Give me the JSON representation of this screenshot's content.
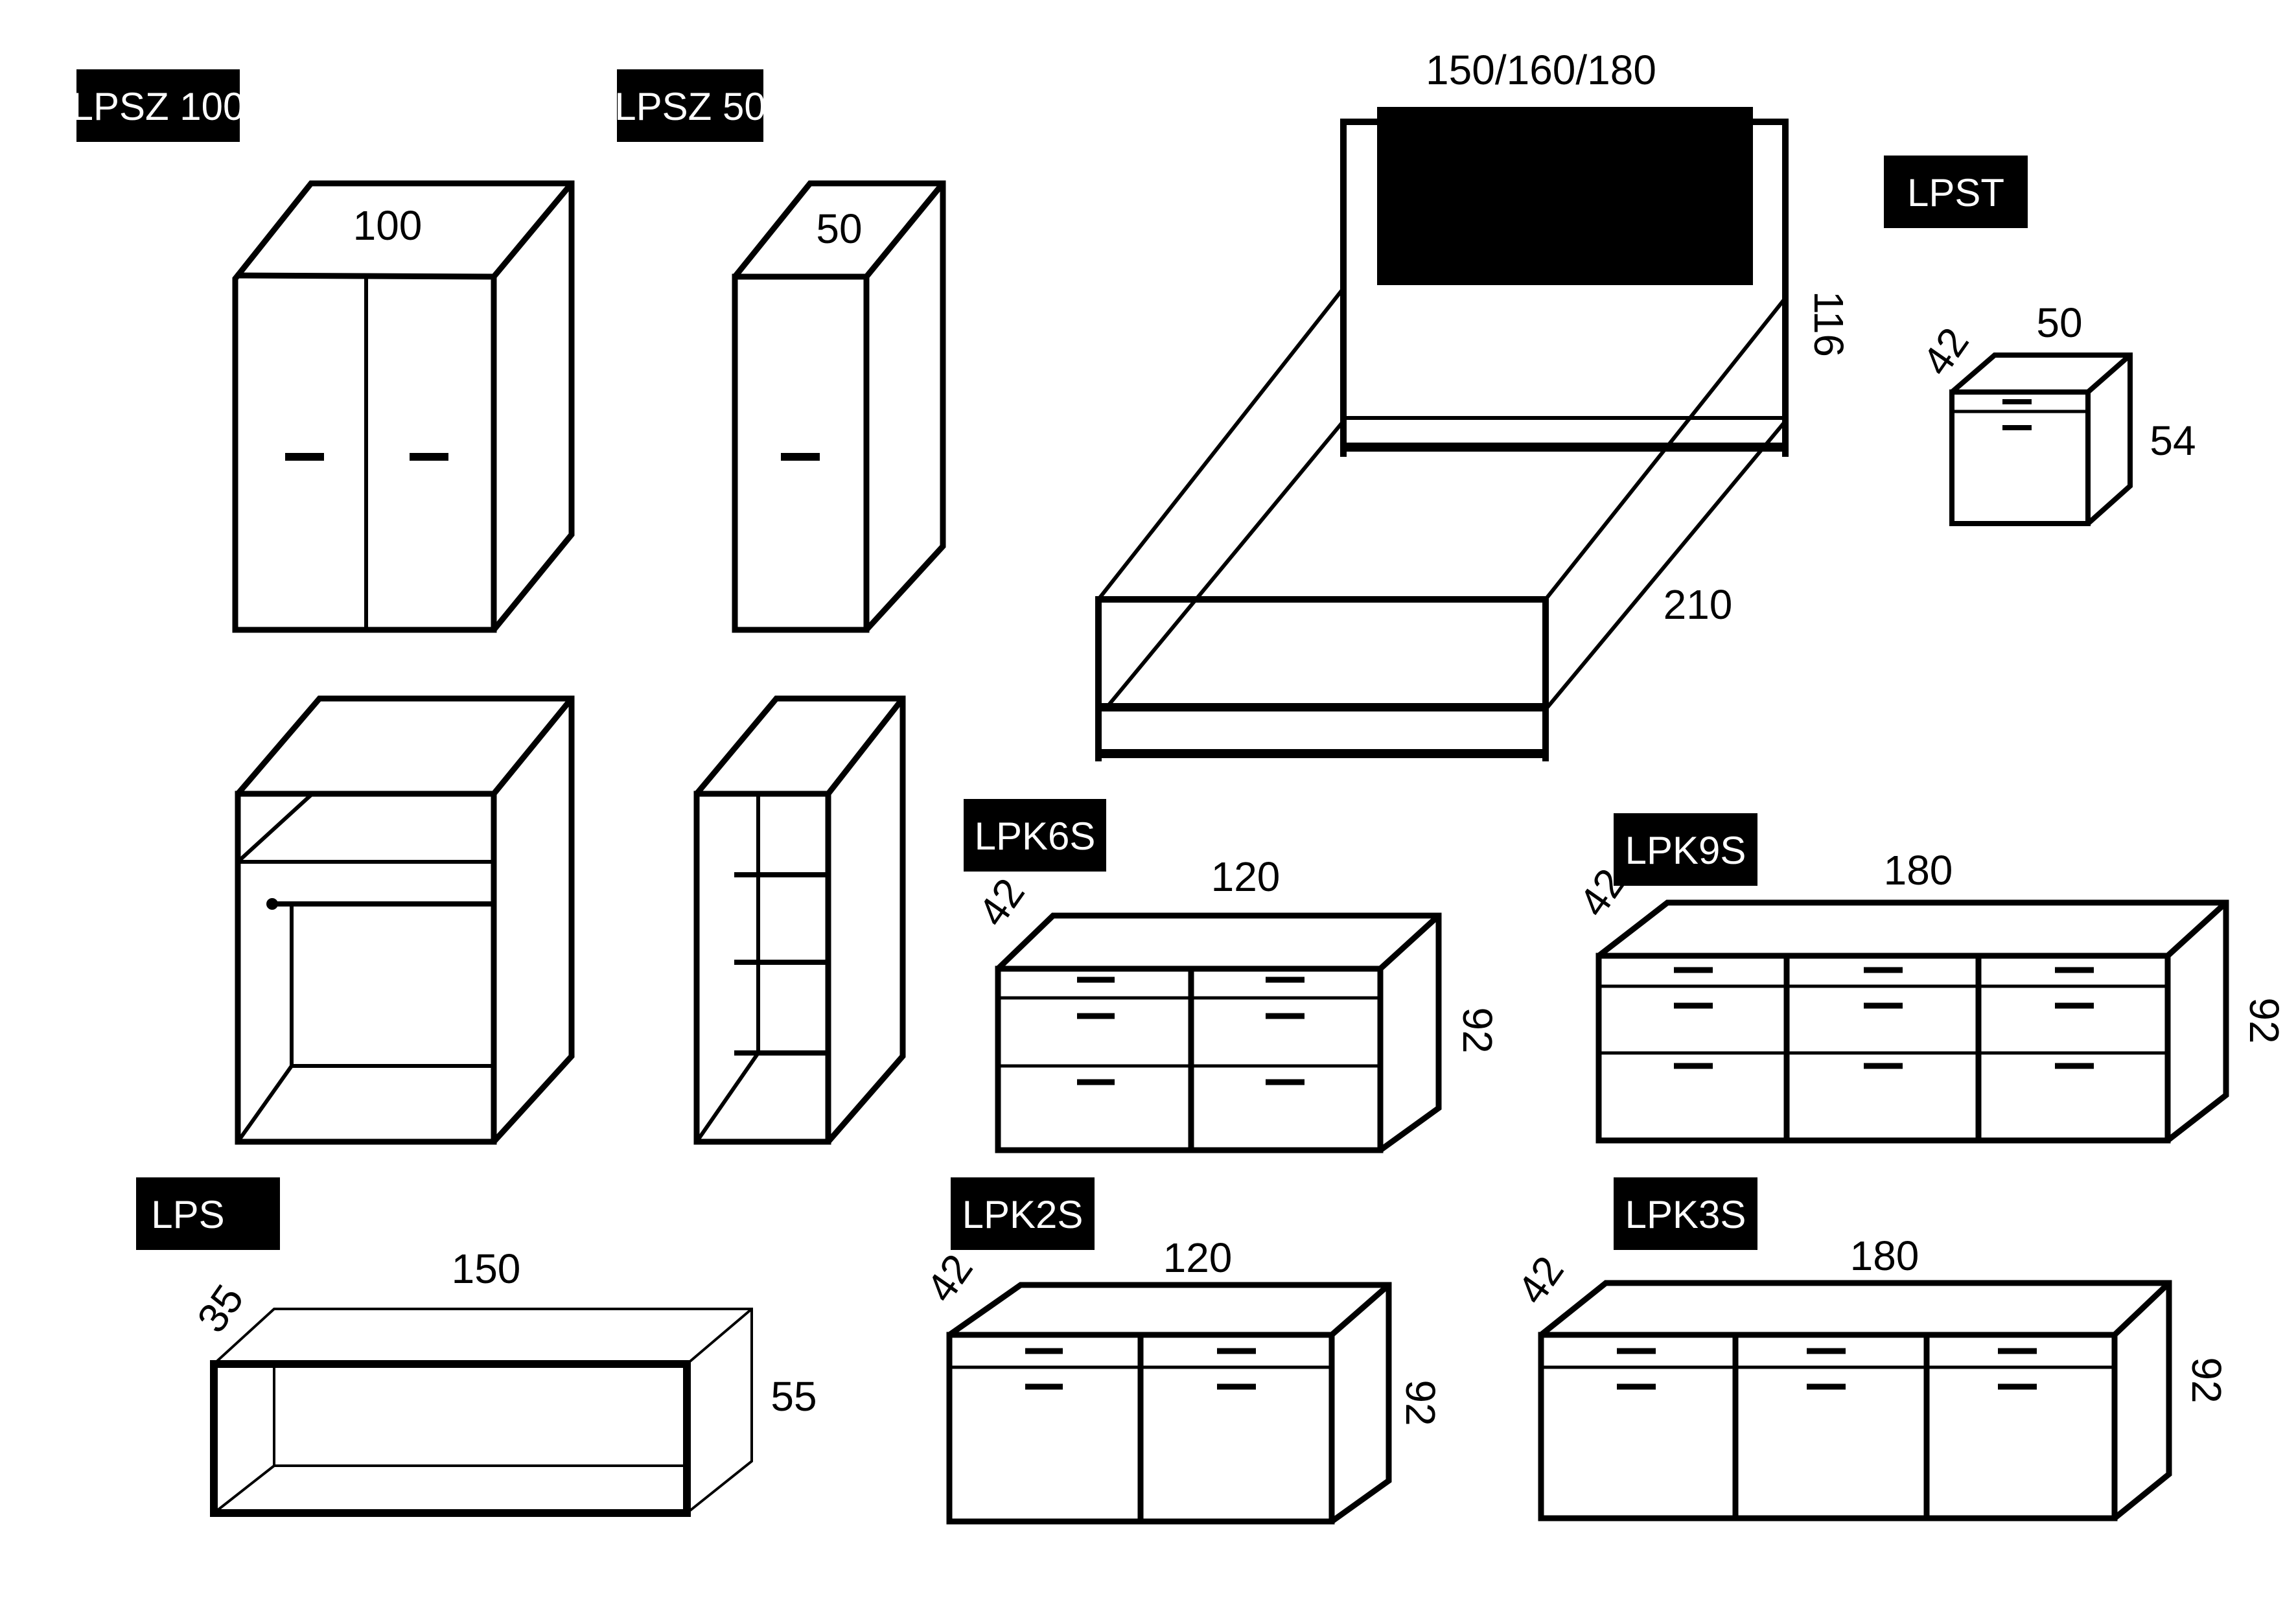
{
  "colors": {
    "ink": "#000000",
    "paper": "#ffffff"
  },
  "products": {
    "lpsz100": {
      "code": "LPSZ 100",
      "width": "100"
    },
    "lpsz50": {
      "code": "LPSZ 50",
      "width": "50"
    },
    "bed": {
      "width": "150/160/180",
      "height": "116",
      "length": "210"
    },
    "lpst": {
      "code": "LPST",
      "width": "50",
      "depth": "42",
      "height": "54"
    },
    "lpk6s": {
      "code": "LPK6S",
      "width": "120",
      "depth": "42",
      "height": "92"
    },
    "lpk9s": {
      "code": "LPK9S",
      "width": "180",
      "depth": "42",
      "height": "92"
    },
    "lps": {
      "code": "LPS",
      "width": "150",
      "depth": "35",
      "height": "55"
    },
    "lpk2s": {
      "code": "LPK2S",
      "width": "120",
      "depth": "42",
      "height": "92"
    },
    "lpk3s": {
      "code": "LPK3S",
      "width": "180",
      "depth": "42",
      "height": "92"
    }
  }
}
